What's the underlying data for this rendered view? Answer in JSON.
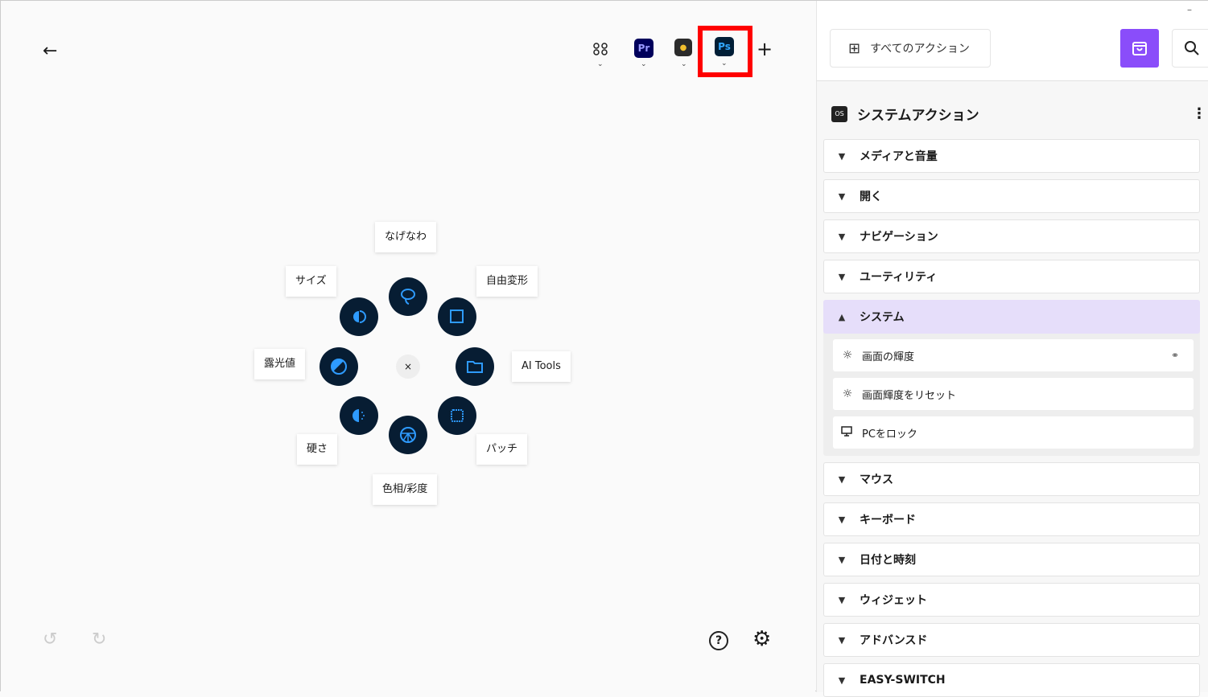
{
  "toolbar": {
    "apps": [
      {
        "name": "all-apps",
        "label": ""
      },
      {
        "name": "premiere-pro",
        "label": "Pr"
      },
      {
        "name": "davinci-resolve",
        "label": ""
      },
      {
        "name": "photoshop",
        "label": "Ps"
      }
    ],
    "add": "+"
  },
  "radial": {
    "center": "×",
    "items": [
      "なげなわ",
      "自由変形",
      "AI Tools",
      "パッチ",
      "色相/彩度",
      "硬さ",
      "露光値",
      "サイズ"
    ]
  },
  "panel": {
    "all_actions": "すべてのアクション",
    "section_badge": "OS",
    "section_title": "システムアクション",
    "categories": [
      "メディアと音量",
      "開く",
      "ナビゲーション",
      "ユーティリティ",
      "システム",
      "マウス",
      "キーボード",
      "日付と時刻",
      "ウィジェット",
      "アドバンスド",
      "EASY-SWITCH"
    ],
    "system_items": [
      "画面の輝度",
      "画面輝度をリセット",
      "PCをロック"
    ]
  },
  "colors": {
    "accent": "#8a4dfa",
    "radial_bg": "#071d33",
    "radial_icon": "#2e9bff",
    "highlight": "#ff0000",
    "expanded": "#e6defa"
  }
}
